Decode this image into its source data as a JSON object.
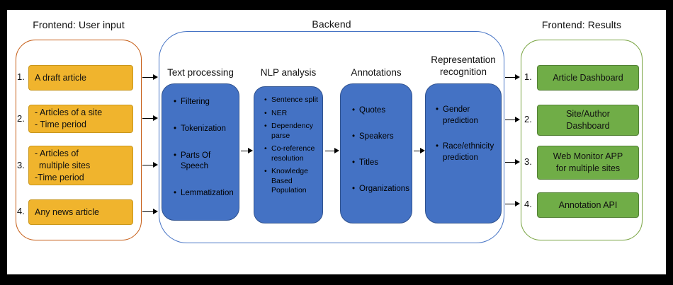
{
  "sections": {
    "input_title": "Frontend: User input",
    "backend_title": "Backend",
    "results_title": "Frontend: Results"
  },
  "input": {
    "items": [
      {
        "num": "1.",
        "lines": [
          "A draft  article"
        ]
      },
      {
        "num": "2.",
        "lines": [
          "- Articles of a site",
          "- Time period"
        ]
      },
      {
        "num": "3.",
        "lines": [
          "- Articles of",
          "multiple sites",
          "-Time period"
        ]
      },
      {
        "num": "4.",
        "lines": [
          "Any news article"
        ]
      }
    ]
  },
  "backend": {
    "columns": [
      {
        "title": "Text processing",
        "bullets": [
          "Filtering",
          "Tokenization",
          "Parts Of Speech",
          "Lemmatization"
        ]
      },
      {
        "title": "NLP analysis",
        "bullets": [
          "Sentence split",
          "NER",
          "Dependency parse",
          "Co-reference resolution",
          "Knowledge Based Population"
        ]
      },
      {
        "title": "Annotations",
        "bullets": [
          "Quotes",
          "Speakers",
          "Titles",
          "Organizations"
        ]
      },
      {
        "title": "Representation recognition",
        "bullets": [
          "Gender prediction",
          "Race/ethnicity prediction"
        ]
      }
    ]
  },
  "results": {
    "items": [
      {
        "num": "1.",
        "lines": [
          "Article Dashboard"
        ]
      },
      {
        "num": "2.",
        "lines": [
          "Site/Author",
          "Dashboard"
        ]
      },
      {
        "num": "3.",
        "lines": [
          "Web Monitor APP",
          "for multiple sites"
        ]
      },
      {
        "num": "4.",
        "lines": [
          "Annotation API"
        ]
      }
    ]
  },
  "colors": {
    "input_fill": "#F0B42D",
    "input_stroke": "#C9971C",
    "backend_fill": "#4472C4",
    "backend_stroke": "#2F528F",
    "result_fill": "#70AD47",
    "result_stroke": "#538135",
    "panel_input_stroke": "#C55A11",
    "panel_backend_stroke": "#4472C4",
    "panel_result_stroke": "#76A23E",
    "arrow": "#000000"
  }
}
